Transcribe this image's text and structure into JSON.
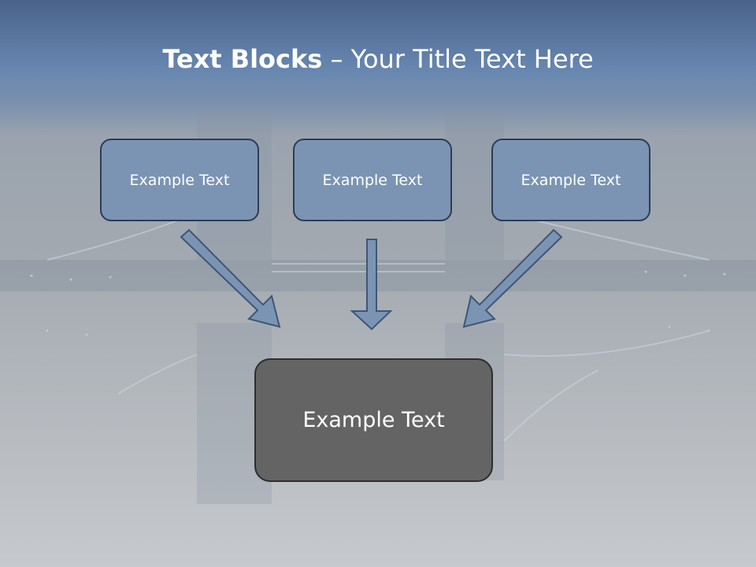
{
  "title": {
    "strong": "Text Blocks",
    "rest": " – Your Title Text Here"
  },
  "boxes": [
    {
      "label": "Example Text"
    },
    {
      "label": "Example Text"
    },
    {
      "label": "Example Text"
    }
  ],
  "main_box": {
    "label": "Example Text"
  },
  "colors": {
    "title_bar": "#5f7ea8",
    "box_fill": "#7b94b3",
    "box_border": "#2b3d55",
    "main_box_fill": "#646464",
    "arrow_fill": "#7b94b3"
  }
}
